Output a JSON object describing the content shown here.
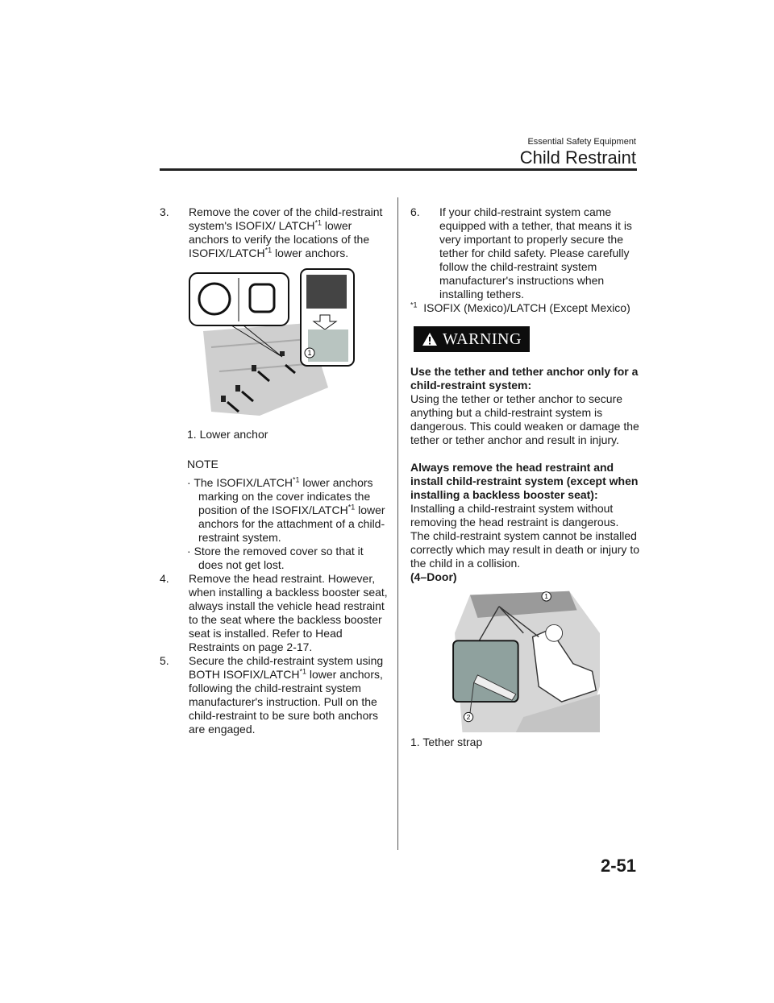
{
  "header": {
    "section": "Essential Safety Equipment",
    "title": "Child Restraint"
  },
  "left": {
    "step3": {
      "num": "3.",
      "text_a": "Remove the cover of the child-restraint system's ISOFIX/ LATCH",
      "text_b": " lower anchors to verify the locations of the ISOFIX/LATCH",
      "text_c": " lower anchors."
    },
    "fig1_callout": "1",
    "fig1_caption": "1.  Lower anchor",
    "note": {
      "title": "NOTE",
      "b1_a": "The ISOFIX/LATCH",
      "b1_b": " lower anchors marking on the cover indicates the position of the ISOFIX/LATCH",
      "b1_c": " lower anchors for the attachment of a child-restraint system.",
      "b2": "Store the removed cover so that it does not get lost."
    },
    "step4": {
      "num": "4.",
      "text": "Remove the head restraint. However, when installing a backless booster seat, always install the vehicle head restraint to the seat where the backless booster seat is installed. Refer to Head Restraints on page 2-17."
    },
    "step5": {
      "num": "5.",
      "text_a": "Secure the child-restraint system using BOTH ISOFIX/LATCH",
      "text_b": " lower anchors, following the child-restraint system manufacturer's instruction. Pull on the child-restraint to be sure both anchors are engaged."
    },
    "sup": "*1",
    "bullet": "·"
  },
  "right": {
    "step6": {
      "num": "6.",
      "text": "If your child-restraint system came equipped with a tether, that means it is very important to properly secure the tether for child safety. Please carefully follow the child-restraint system manufacturer's instructions when installing tethers."
    },
    "footnote": {
      "mark": "*1",
      "text": "ISOFIX (Mexico)/LATCH (Except Mexico)"
    },
    "warning_label": "WARNING",
    "w1_head": "Use the tether and tether anchor only for a child-restraint system:",
    "w1_body": "Using the tether or tether anchor to secure anything but a child-restraint system is dangerous. This could weaken or damage the tether or tether anchor and result in injury.",
    "w2_head": "Always remove the head restraint and install child-restraint system (except when installing a backless booster seat):",
    "w2_body": "Installing a child-restraint system without removing the head restraint is dangerous. The child-restraint system cannot be installed correctly which may result in death or injury to the child in a collision.",
    "variant": "(4–Door)",
    "fig2_callouts": [
      "1",
      "2"
    ],
    "fig2_caption": "1.  Tether strap"
  },
  "page_number": "2-51"
}
